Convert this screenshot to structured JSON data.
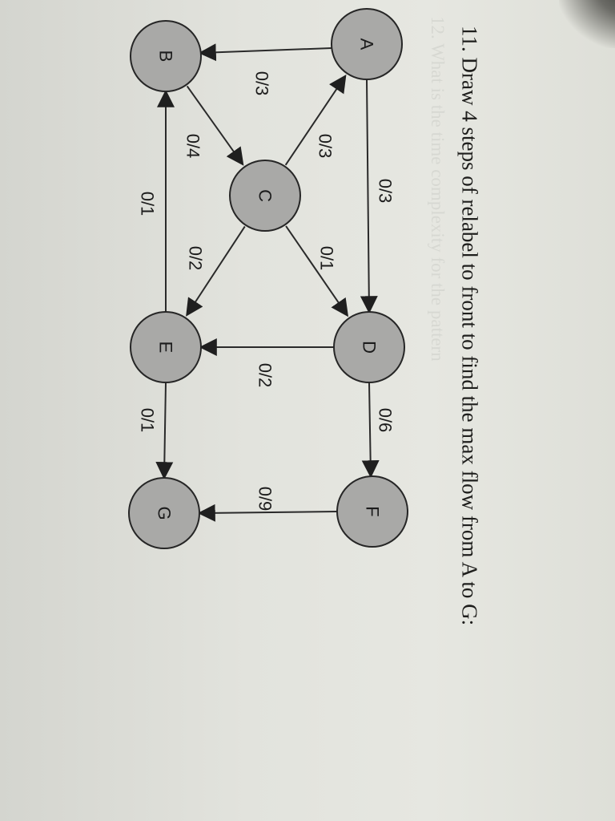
{
  "question": "11. Draw 4 steps of relabel to front to find the max flow from A to G:",
  "bleed_text": "12. What is the time complexity for the pattern",
  "colors": {
    "node_fill": "#a9a9a7",
    "node_stroke": "#262626",
    "edge": "#2a2a2a",
    "paper": "#e2e3dd"
  },
  "graph": {
    "nodes": [
      {
        "id": "A",
        "label": "A"
      },
      {
        "id": "B",
        "label": "B"
      },
      {
        "id": "C",
        "label": "C"
      },
      {
        "id": "D",
        "label": "D"
      },
      {
        "id": "E",
        "label": "E"
      },
      {
        "id": "F",
        "label": "F"
      },
      {
        "id": "G",
        "label": "G"
      }
    ],
    "edges": [
      {
        "from": "A",
        "to": "B",
        "label": "0/3"
      },
      {
        "from": "A",
        "to": "D",
        "label": "0/3"
      },
      {
        "from": "C",
        "to": "A",
        "label": "0/3"
      },
      {
        "from": "B",
        "to": "C",
        "label": "0/4"
      },
      {
        "from": "C",
        "to": "D",
        "label": "0/1"
      },
      {
        "from": "C",
        "to": "E",
        "label": "0/2"
      },
      {
        "from": "E",
        "to": "B",
        "label": "0/1"
      },
      {
        "from": "D",
        "to": "E",
        "label": "0/2"
      },
      {
        "from": "D",
        "to": "F",
        "label": "0/6"
      },
      {
        "from": "E",
        "to": "G",
        "label": "0/1"
      },
      {
        "from": "F",
        "to": "G",
        "label": "0/9"
      }
    ]
  }
}
